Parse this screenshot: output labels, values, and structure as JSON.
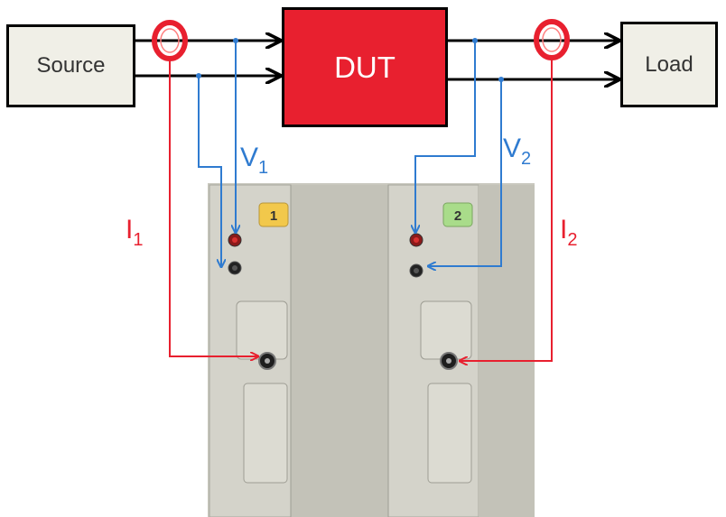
{
  "blocks": {
    "source": "Source",
    "dut": "DUT",
    "load": "Load"
  },
  "labels": {
    "v1": {
      "main": "V",
      "sub": "1"
    },
    "v2": {
      "main": "V",
      "sub": "2"
    },
    "i1": {
      "main": "I",
      "sub": "1"
    },
    "i2": {
      "main": "I",
      "sub": "2"
    }
  },
  "modules": [
    {
      "number": "1",
      "badge_color": "#f2c84b"
    },
    {
      "number": "2",
      "badge_color": "#a9dc8a"
    }
  ],
  "colors": {
    "power_line": "#000000",
    "voltage_wire": "#2f7bd0",
    "current_wire": "#e8202f",
    "current_probe": "#e8202f",
    "dut_fill": "#e8202f",
    "block_fill": "#f0efe7",
    "instrument_panel": "#c9c8be"
  }
}
